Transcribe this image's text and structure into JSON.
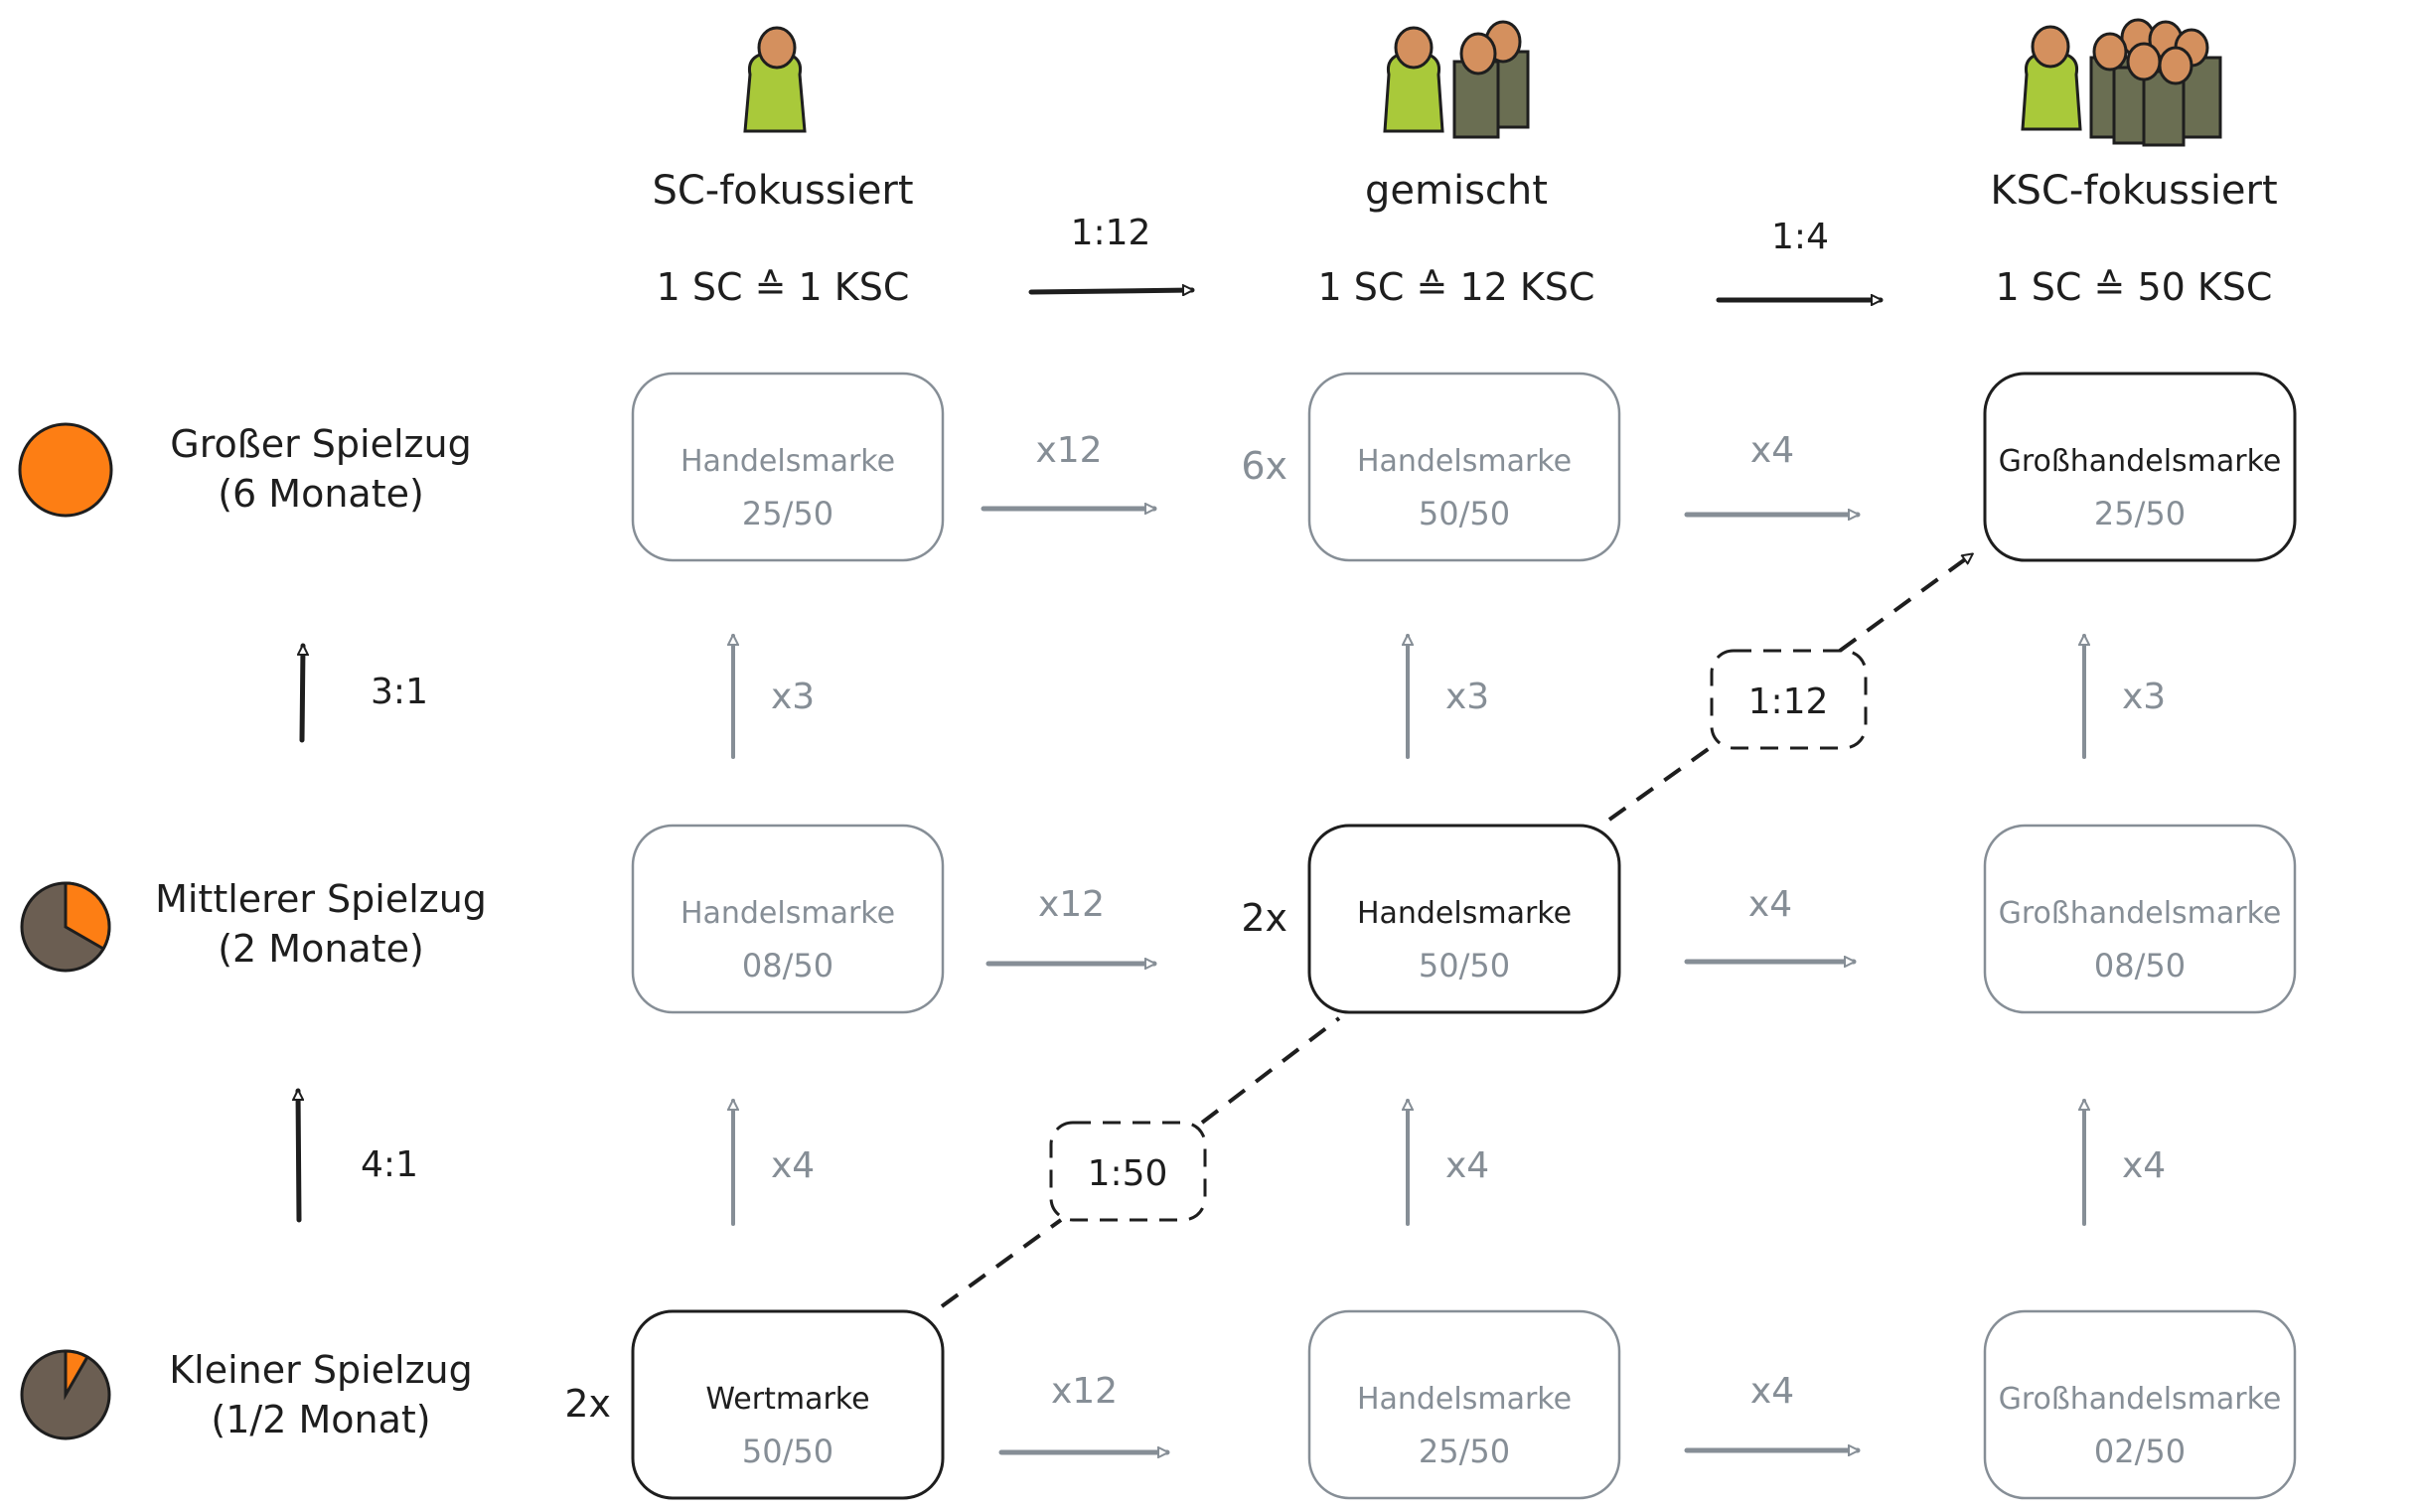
{
  "colors": {
    "ink": "#1e1e1e",
    "muted": "#868e96",
    "orange": "#fd7e14",
    "brown": "#6b5e52",
    "sc_green": "#a9c93a",
    "ksc_olive": "#6a6e52",
    "skin": "#d4905e"
  },
  "columns": [
    {
      "id": "sc",
      "title": "SC-fokussiert",
      "ratio": "1 SC ≙ 1 KSC",
      "people_icon": "single-player-icon"
    },
    {
      "id": "mixed",
      "title": "gemischt",
      "ratio": "1 SC ≙ 12 KSC",
      "people_icon": "small-group-icon"
    },
    {
      "id": "ksc",
      "title": "KSC-fokussiert",
      "ratio": "1 SC ≙ 50 KSC",
      "people_icon": "large-group-icon"
    }
  ],
  "column_transitions": [
    {
      "label": "1:12"
    },
    {
      "label": "1:4"
    }
  ],
  "rows": [
    {
      "id": "big",
      "label_line1": "Großer Spielzug",
      "label_line2": "(6 Monate)",
      "pie_fraction": 1.0
    },
    {
      "id": "medium",
      "label_line1": "Mittlerer Spielzug",
      "label_line2": "(2 Monate)",
      "pie_fraction": 0.3333
    },
    {
      "id": "small",
      "label_line1": "Kleiner Spielzug",
      "label_line2": "(1/2 Monat)",
      "pie_fraction": 0.0833
    }
  ],
  "row_transitions": [
    {
      "label": "3:1"
    },
    {
      "label": "4:1"
    }
  ],
  "cells": {
    "big_sc": {
      "name": "Handelsmarke",
      "count": "25/50",
      "active": false,
      "multiplier": ""
    },
    "big_mixed": {
      "name": "Handelsmarke",
      "count": "50/50",
      "active": false,
      "multiplier": "6x"
    },
    "big_ksc": {
      "name": "Großhandelsmarke",
      "count": "25/50",
      "active": true,
      "multiplier": ""
    },
    "medium_sc": {
      "name": "Handelsmarke",
      "count": "08/50",
      "active": false,
      "multiplier": ""
    },
    "medium_mixed": {
      "name": "Handelsmarke",
      "count": "50/50",
      "active": true,
      "multiplier": "2x"
    },
    "medium_ksc": {
      "name": "Großhandelsmarke",
      "count": "08/50",
      "active": false,
      "multiplier": ""
    },
    "small_sc": {
      "name": "Wertmarke",
      "count": "50/50",
      "active": true,
      "multiplier": "2x"
    },
    "small_mixed": {
      "name": "Handelsmarke",
      "count": "25/50",
      "active": false,
      "multiplier": ""
    },
    "small_ksc": {
      "name": "Großhandelsmarke",
      "count": "02/50",
      "active": false,
      "multiplier": ""
    }
  },
  "horizontal_arrows": {
    "big": [
      "x12",
      "x4"
    ],
    "medium": [
      "x12",
      "x4"
    ],
    "small": [
      "x12",
      "x4"
    ]
  },
  "vertical_arrows": {
    "big_from_medium": [
      "x3",
      "x3",
      "x3"
    ],
    "medium_from_small": [
      "x4",
      "x4",
      "x4"
    ]
  },
  "conversion_path": [
    {
      "label": "1:50"
    },
    {
      "label": "1:12"
    }
  ]
}
